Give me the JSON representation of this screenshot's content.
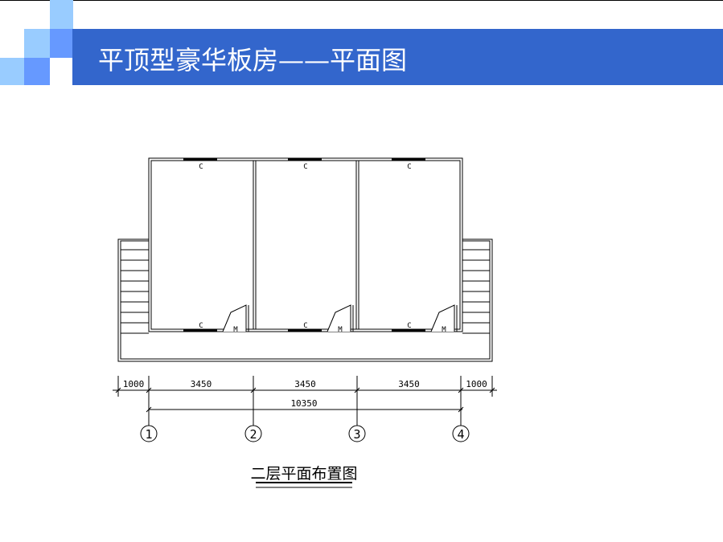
{
  "slide": {
    "title": "平顶型豪华板房——平面图"
  },
  "colors": {
    "bar": "#3366cc",
    "light": "#99ccff",
    "medium": "#6699ff"
  },
  "plan": {
    "window_label": "C",
    "door_label": "M",
    "dimensions": [
      "1000",
      "3450",
      "3450",
      "3450",
      "1000"
    ],
    "total_dimension": "10350",
    "axes": [
      "1",
      "2",
      "3",
      "4"
    ],
    "caption": "二层平面布置图"
  }
}
